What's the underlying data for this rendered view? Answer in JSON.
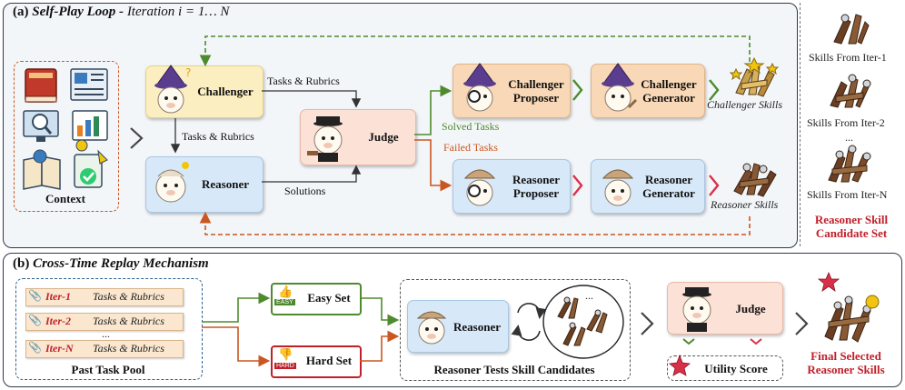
{
  "panel_a": {
    "title_label": "(a)",
    "title_main": "Self-Play Loop -",
    "title_iter": "Iteration i = 1… N",
    "context_label": "Context",
    "challenger_label": "Challenger",
    "reasoner_label": "Reasoner",
    "judge_label": "Judge",
    "tasks_rubrics_top": "Tasks & Rubrics",
    "tasks_rubrics_mid": "Tasks & Rubrics",
    "solutions_label": "Solutions",
    "solved_tasks": "Solved Tasks",
    "failed_tasks": "Failed  Tasks",
    "challenger_proposer": [
      "Challenger",
      "Proposer"
    ],
    "challenger_generator": [
      "Challenger",
      "Generator"
    ],
    "reasoner_proposer": [
      "Reasoner",
      "Proposer"
    ],
    "reasoner_generator": [
      "Reasoner",
      "Generator"
    ],
    "challenger_skills": "Challenger Skills",
    "reasoner_skills": "Reasoner Skills"
  },
  "side_panel": {
    "iter1": "Skills From Iter-1",
    "iter2": "Skills From Iter-2",
    "dots": "...",
    "iterN": "Skills From Iter-N",
    "candidate_title": [
      "Reasoner Skill",
      "Candidate Set"
    ]
  },
  "panel_b": {
    "title_label": "(b)",
    "title_main": "Cross-Time Replay Mechanism",
    "pool_rows": [
      {
        "iter": "Iter-1",
        "text": "Tasks & Rubrics"
      },
      {
        "iter": "Iter-2",
        "text": "Tasks & Rubrics"
      },
      {
        "iter": "Iter-N",
        "text": "Tasks & Rubrics"
      }
    ],
    "pool_dots": "...",
    "past_pool_label": "Past Task Pool",
    "easy_set": "Easy Set",
    "hard_set": "Hard Set",
    "easy_badge": "EASY",
    "hard_badge": "HARD",
    "reasoner_label": "Reasoner",
    "tests_label": "Reasoner Tests Skill Candidates",
    "bubble_dots": "...",
    "judge_label": "Judge",
    "utility_score": "Utility Score",
    "final_label": [
      "Final Selected",
      "Reasoner Skills"
    ]
  },
  "colors": {
    "green": "#4e8a2e",
    "orange_arrow": "#c9571f",
    "red_text": "#c0202a",
    "iter_red": "#c0202a"
  }
}
